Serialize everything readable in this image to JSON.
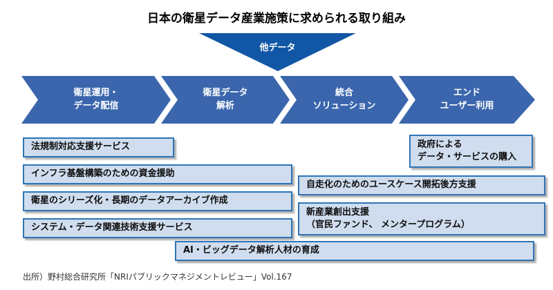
{
  "title": "日本の衛星データ産業施策に求められる取り組み",
  "funnel": {
    "label": "他データ"
  },
  "stages": [
    {
      "label": "衛星運用・\nデータ配信"
    },
    {
      "label": "衛星データ\n解析"
    },
    {
      "label": "統合\nソリューション"
    },
    {
      "label": "エンド\nユーザー利用"
    }
  ],
  "boxes": [
    {
      "label": "法規制対応支援サービス"
    },
    {
      "label": "インフラ基盤構築のための資金援助"
    },
    {
      "label": "衛星のシリーズ化・長期のデータアーカイブ作成"
    },
    {
      "label": "システム・データ関連技術支援サービス"
    },
    {
      "label": "AI・ビッグデータ解析人材の育成"
    },
    {
      "label": "政府による\nデータ・サービスの購入"
    },
    {
      "label": "自走化のためのユースケース開拓後方支援"
    },
    {
      "label": "新産業創出支援\n（官民ファンド、 メンタープログラム）"
    }
  ],
  "source": "出所）野村総合研究所「NRIパブリックマネジメントレビュー」Vol.167",
  "colors": {
    "arrow_blue": "#3b66ad",
    "funnel_blue": "#1157a6",
    "box_fill": "#cfddee",
    "box_border": "#2e74b5"
  }
}
